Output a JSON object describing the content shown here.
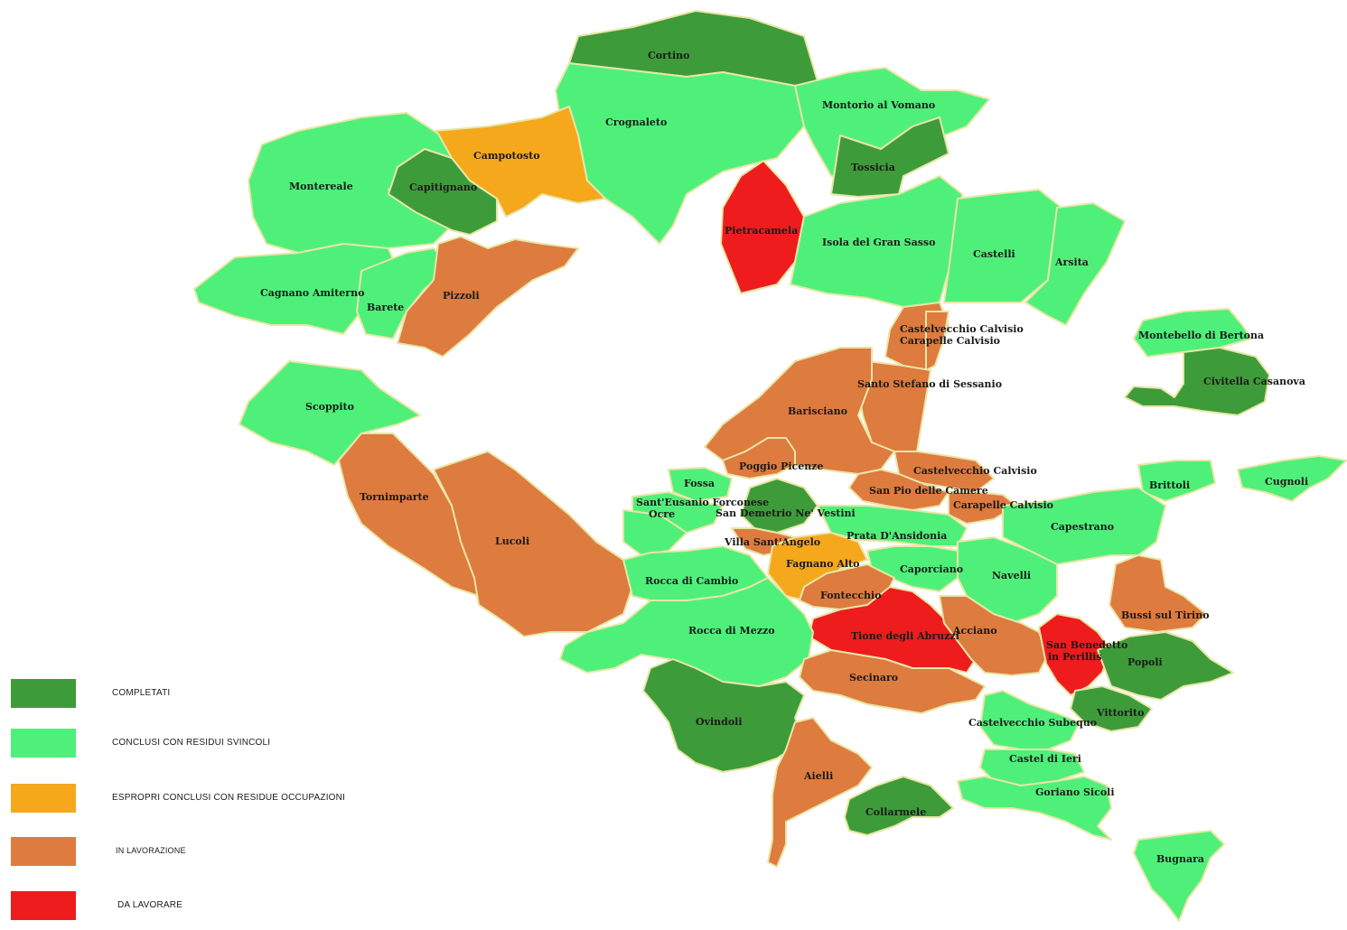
{
  "colors": {
    "completati": "#3e9b3a",
    "conclusi": "#4ff07a",
    "espropri": "#f5a81c",
    "lavorazione": "#de7b3e",
    "da_lavorare": "#ee1c1c"
  },
  "legend": [
    {
      "key": "completati",
      "label": "COMPLETATI"
    },
    {
      "key": "conclusi",
      "label": "CONCLUSI CON RESIDUI SVINCOLI"
    },
    {
      "key": "espropri",
      "label": "ESPROPRI CONCLUSI CON RESIDUE OCCUPAZIONI"
    },
    {
      "key": "lavorazione",
      "label": "IN LAVORAZIONE"
    },
    {
      "key": "da_lavorare",
      "label": "DA LAVORARE"
    }
  ],
  "municipalities": [
    {
      "name": "Cortino",
      "status": "completati"
    },
    {
      "name": "Crognaleto",
      "status": "conclusi"
    },
    {
      "name": "Montorio al Vomano",
      "status": "conclusi"
    },
    {
      "name": "Tossicia",
      "status": "completati"
    },
    {
      "name": "Campotosto",
      "status": "espropri"
    },
    {
      "name": "Montereale",
      "status": "conclusi"
    },
    {
      "name": "Capitignano",
      "status": "completati"
    },
    {
      "name": "Pietracamela",
      "status": "da_lavorare"
    },
    {
      "name": "Isola del Gran Sasso",
      "status": "conclusi"
    },
    {
      "name": "Castelli",
      "status": "conclusi"
    },
    {
      "name": "Arsita",
      "status": "conclusi"
    },
    {
      "name": "Cagnano Amiterno",
      "status": "conclusi"
    },
    {
      "name": "Barete",
      "status": "conclusi"
    },
    {
      "name": "Pizzoli",
      "status": "lavorazione"
    },
    {
      "name": "Castelvecchio Calvisio",
      "status": "lavorazione"
    },
    {
      "name": "Carapelle Calvisio",
      "status": "lavorazione"
    },
    {
      "name": "Montebello di Bertona",
      "status": "conclusi"
    },
    {
      "name": "Civitella Casanova",
      "status": "completati"
    },
    {
      "name": "Santo Stefano di Sessanio",
      "status": "lavorazione"
    },
    {
      "name": "Scoppito",
      "status": "conclusi"
    },
    {
      "name": "Barisciano",
      "status": "lavorazione"
    },
    {
      "name": "Poggio Picenze",
      "status": "lavorazione"
    },
    {
      "name": "Castelvecchio Calvisio",
      "status": "lavorazione"
    },
    {
      "name": "Brittoli",
      "status": "conclusi"
    },
    {
      "name": "Cugnoli",
      "status": "conclusi"
    },
    {
      "name": "Tornimparte",
      "status": "lavorazione"
    },
    {
      "name": "Fossa",
      "status": "conclusi"
    },
    {
      "name": "San Pio delle Camere",
      "status": "lavorazione"
    },
    {
      "name": "Carapelle Calvisio",
      "status": "lavorazione"
    },
    {
      "name": "Sant'Eusanio Forconese",
      "status": "conclusi"
    },
    {
      "name": "Ocre",
      "status": "conclusi"
    },
    {
      "name": "San Demetrio Ne' Vestini",
      "status": "completati"
    },
    {
      "name": "Capestrano",
      "status": "conclusi"
    },
    {
      "name": "Lucoli",
      "status": "lavorazione"
    },
    {
      "name": "Prata D'Ansidonia",
      "status": "conclusi"
    },
    {
      "name": "Villa Sant'Angelo",
      "status": "lavorazione"
    },
    {
      "name": "Fagnano Alto",
      "status": "espropri"
    },
    {
      "name": "Caporciano",
      "status": "conclusi"
    },
    {
      "name": "Navelli",
      "status": "conclusi"
    },
    {
      "name": "Rocca di Cambio",
      "status": "conclusi"
    },
    {
      "name": "Fontecchio",
      "status": "lavorazione"
    },
    {
      "name": "Bussi sul Tirino",
      "status": "lavorazione"
    },
    {
      "name": "Tione degli Abruzzi",
      "status": "da_lavorare"
    },
    {
      "name": "Acciano",
      "status": "lavorazione"
    },
    {
      "name": "Rocca di Mezzo",
      "status": "conclusi"
    },
    {
      "name": "San Benedetto in Perillis",
      "status": "da_lavorare"
    },
    {
      "name": "Popoli",
      "status": "completati"
    },
    {
      "name": "Secinaro",
      "status": "lavorazione"
    },
    {
      "name": "Vittorito",
      "status": "completati"
    },
    {
      "name": "Ovindoli",
      "status": "completati"
    },
    {
      "name": "Castelvecchio Subequo",
      "status": "conclusi"
    },
    {
      "name": "Castel di Ieri",
      "status": "conclusi"
    },
    {
      "name": "Aielli",
      "status": "lavorazione"
    },
    {
      "name": "Goriano Sicoli",
      "status": "conclusi"
    },
    {
      "name": "Collarmele",
      "status": "completati"
    },
    {
      "name": "Bugnara",
      "status": "conclusi"
    }
  ]
}
